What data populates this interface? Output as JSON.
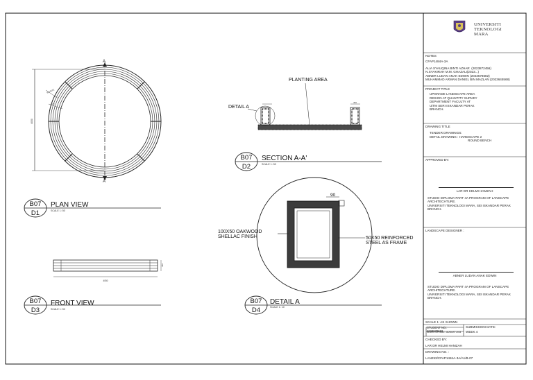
{
  "drawing": {
    "plan_view": {
      "label_sheet": "B07",
      "label_no": "D1",
      "title": "PLAN VIEW",
      "scale": "SCALE 1: 50",
      "section_mark_top": "A",
      "section_mark_bottom": "A'"
    },
    "front_view": {
      "label_sheet": "B07",
      "label_no": "D3",
      "title": "FRONT VIEW",
      "scale": "SCALE 1: 50"
    },
    "section": {
      "label_sheet": "B07",
      "label_no": "D2",
      "title": "SECTION A-A'",
      "scale": "SCALE 1: 50",
      "planting_area": "PLANTING AREA",
      "detail_callout": "DETAIL A"
    },
    "detail": {
      "label_sheet": "B07",
      "label_no": "D4",
      "title": "DETAIL A",
      "scale": "SCALE 1: 10",
      "dim_top": "90",
      "left_note_1": "100X50 OAKWOOD",
      "left_note_2": "SHELLAC FINISH",
      "right_note_1": "50X50 REINFORCED",
      "right_note_2": "STEEL AS FRAME"
    }
  },
  "title_block": {
    "university_line1": "UNIVERSITI",
    "university_line2": "TEKNOLOGI",
    "university_line3": "MARA",
    "notes_header": "NOTES",
    "course_code": "CFAP1484A-3A",
    "students": [
      "ALIA SYAUQINA BINTI AZHAR  (2023872456)",
      "N.SYAKIRAH M.M. GHAZALI(2023...)",
      "ABNER LUDAN ANAK EDWIN (2023578682)",
      "MUHAMMAD ARMAN DANIEL BIN MAZLAN (2023645568)"
    ],
    "project_title_header": "PROJECT TITLE",
    "project_title_lines": [
      "UPGRADE LANDSCAPE AREA",
      "DESIGN AT QUANTITY SURVEY",
      "DEPARTMENT FACULTY AT",
      "UiTM SERI ISKANDAR PERAK",
      "BRANCH."
    ],
    "drawing_title_header": "DRAWING TITLE",
    "drawing_title_line1": "TENDER DRAWINGS:",
    "drawing_title_line2": "DETAIL DRAWING : HARDSCAPE 2",
    "drawing_title_line3": "ROUND BENCH",
    "approved_by_header": "APPROVED BY:",
    "approver_name": "LAR DR HELMI HAMZAH",
    "approver_desc_lines": [
      "STUDIO DIPLOMA PART 4A PROGRAM OF LANSCAPE",
      "ARCHITECHTURE.",
      "UNIVERSITI TEKNOLOGI MARA, SEI ISKANDAR PERAK",
      "BRANCH."
    ],
    "designer_header": "LANDSCAPE DESIGNER :",
    "designer_name": "ABNER LUDAN ANAK EDWIN",
    "designer_desc_lines": [
      "STUDIO DIPLOMA PART 4A PROGRAM OF LANSCAPE",
      "ARCHITECHTURE.",
      "UNIVERSITI TEKNOLOGI MARA, SEI ISKANDAR PERAK",
      "BRANCH."
    ],
    "scale": "SCALE 1: AS SHOWN",
    "student_no": "STUDENT NO.: 2023578682",
    "semester": "SEMESTER MAC - AUGUST 2024",
    "submission_date_label": "SUBMISSION DATE:",
    "submission_week": "WEEK 4",
    "checked_by_label": "CHECKED BY:",
    "checked_by_name": "LAR DR HELMI HAMZAH",
    "drawing_no_label": "DRAWING NO. :",
    "drawing_no": "LAN253/CFAP1484A-3A/A1/B-07"
  }
}
